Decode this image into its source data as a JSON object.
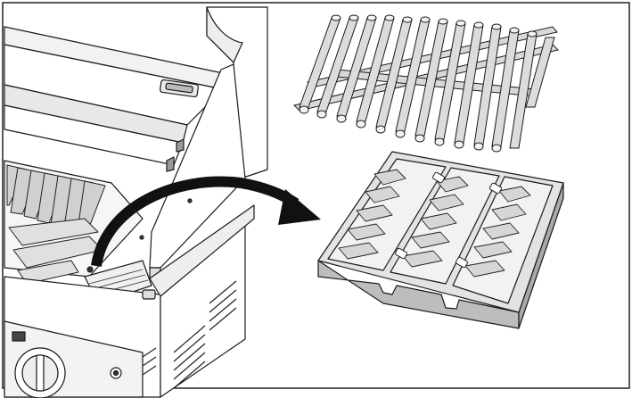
{
  "figure": {
    "description_labels": [],
    "colors": {
      "line": "#1a1a1a",
      "grate_fill": "#d9d9d9",
      "grate_highlight": "#f4f4f4",
      "tray_fill": "#c9c9c9",
      "tray_top": "#e3e3e3",
      "arrow": "#111111",
      "frame": "#222222"
    },
    "icons": [
      "cooking-grate",
      "heat-plate-tray",
      "grill-body",
      "transfer-arrow",
      "control-knob"
    ]
  }
}
